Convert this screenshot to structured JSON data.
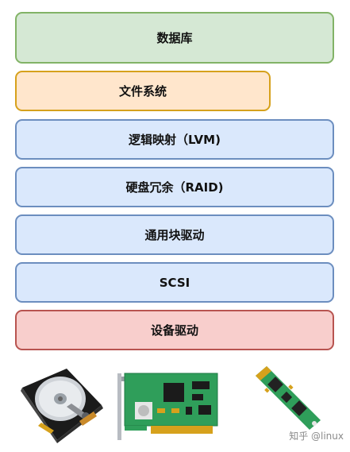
{
  "layers": {
    "database": "数据库",
    "filesystem": "文件系统",
    "lvm": "逻辑映射（LVM)",
    "raid": "硬盘冗余（RAID)",
    "block": "通用块驱动",
    "scsi": "SCSI",
    "device_driver": "设备驱动"
  },
  "colors": {
    "green_fill": "#d5e8d4",
    "green_border": "#82b366",
    "orange_fill": "#ffe6cc",
    "orange_border": "#d6a11c",
    "blue_fill": "#dae8fc",
    "blue_border": "#6c8ebf",
    "red_fill": "#f8cecc",
    "red_border": "#b85450"
  },
  "hardware": {
    "icons": [
      "hard-disk-icon",
      "pci-card-icon",
      "m2-ssd-icon"
    ]
  },
  "watermark": "知乎 @linux"
}
